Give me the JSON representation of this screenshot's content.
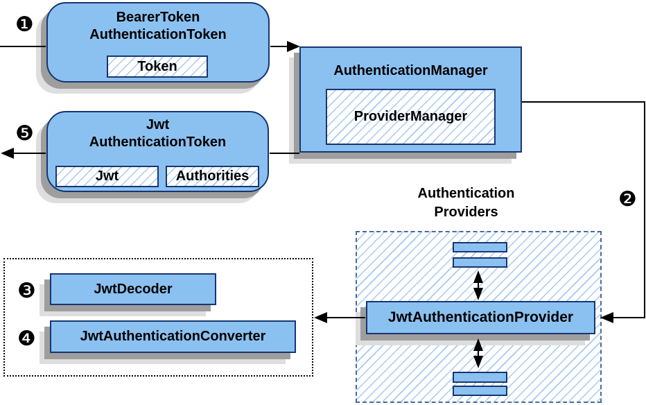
{
  "colors": {
    "node_fill": "#8bc1f1",
    "node_border": "#17356f",
    "hatch_line": "#a5c9f2",
    "dashed_border": "#46699f",
    "shadow_dark": "#9e9e9e",
    "shadow_light": "#dedede",
    "line_color": "#000000",
    "background": "#ffffff"
  },
  "nodes": {
    "bearer_token": {
      "title_line1": "BearerToken",
      "title_line2": "AuthenticationToken",
      "chip": "Token"
    },
    "authentication_manager": {
      "title": "AuthenticationManager",
      "chip": "ProviderManager"
    },
    "jwt_authentication_token": {
      "title_line1": "Jwt",
      "title_line2": "AuthenticationToken",
      "chip_jwt": "Jwt",
      "chip_authorities": "Authorities"
    },
    "jwt_authentication_provider": {
      "title": "JwtAuthenticationProvider"
    },
    "jwt_decoder": {
      "title": "JwtDecoder"
    },
    "jwt_authentication_converter": {
      "title": "JwtAuthenticationConverter"
    }
  },
  "labels": {
    "providers_group_line1": "Authentication",
    "providers_group_line2": "Providers"
  },
  "badges": {
    "step1": "❶",
    "step2": "❷",
    "step3": "❸",
    "step4": "❹",
    "step5": "❺"
  }
}
